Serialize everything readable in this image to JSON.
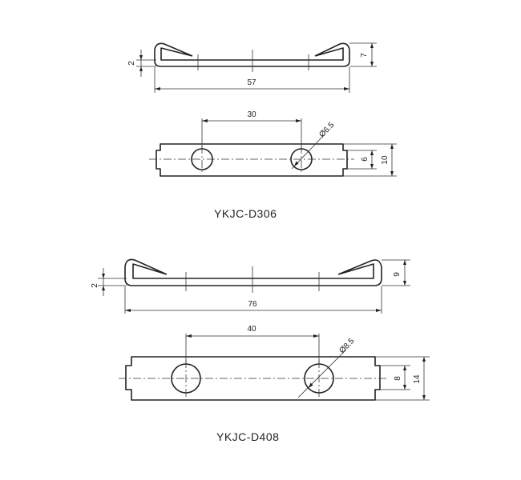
{
  "parts": [
    {
      "model": "YKJC-D306",
      "side_view": {
        "length": "57",
        "height": "7",
        "thickness": "2"
      },
      "top_view": {
        "hole_spacing": "30",
        "hole_diameter": "Ø6.5",
        "neck_width": "6",
        "body_width": "10"
      }
    },
    {
      "model": "YKJC-D408",
      "side_view": {
        "length": "76",
        "height": "9",
        "thickness": "2"
      },
      "top_view": {
        "hole_spacing": "40",
        "hole_diameter": "Ø8.5",
        "neck_width": "8",
        "body_width": "14"
      }
    }
  ]
}
